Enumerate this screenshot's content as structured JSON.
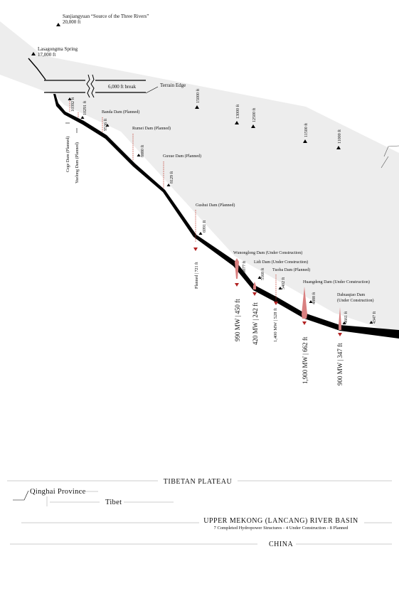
{
  "source": {
    "name": "Sanjiangyuan “Source of the Three Rivers”",
    "elev": "20,000 ft"
  },
  "spring": {
    "name": "Lasagongma Spring",
    "elev": "17,000 ft"
  },
  "break_label": "6,000 ft break",
  "terrain_edge_label": "Terrain Edge",
  "terrain_elevations": [
    "15000 ft",
    "13000 ft",
    "12500 ft",
    "11500 ft",
    "11000 ft"
  ],
  "dams": [
    {
      "name": "Cege Dam (Planned)",
      "elev": "10392 ft"
    },
    {
      "name": "Yuelong Dam (Planned)",
      "elev": "10291 ft"
    },
    {
      "name": "Banda Dam (Planned)",
      "elev": "9536 ft"
    },
    {
      "name": "Rumei Dam (Planned)",
      "elev": "8880 ft"
    },
    {
      "name": "Guxue Dam (Planned)",
      "elev": "8129 ft"
    },
    {
      "name": "Gushui Dam (Planned)",
      "elev": "6991 ft",
      "note": "Planned | 721 ft"
    },
    {
      "name": "Wunonglong Dam (Under Construction)",
      "elev": "5877 ft",
      "note": "990 MW | 450 ft"
    },
    {
      "name": "Lidi Dam (Under Construction)",
      "elev": "5568 ft",
      "note": "420 MW | 242 ft"
    },
    {
      "name": "Tuoba Dam (Planned)",
      "elev": "5402 ft",
      "note": "1,400 MW | 528 ft"
    },
    {
      "name": "Huangdeng Dam (Under Construction)",
      "elev": "4888 ft",
      "note": "1,900 MW | 662 ft"
    },
    {
      "name": "Dahuaqiao Dam",
      "name2": "(Under Construction)",
      "elev": "4661 ft",
      "note": "900 MW | 347 ft"
    }
  ],
  "end_elev": "4347 ft",
  "regions": {
    "plateau": "TIBETAN PLATEAU",
    "qinghai": "Qinghai Province",
    "tibet": "Tibet",
    "basin_title": "UPPER MEKONG (LANCANG) RIVER BASIN",
    "basin_subtitle": "7 Completed Hydropower Structures - 4 Under Construction - 8 Planned",
    "china": "CHINA"
  },
  "colors": {
    "terrain": "#ededed",
    "river": "#000000",
    "dam_fill": "#d98080",
    "dam_planned": "#c0392b",
    "marker": "#b22222"
  }
}
